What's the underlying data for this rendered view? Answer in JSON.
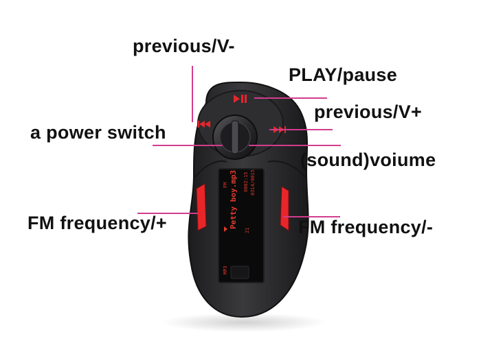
{
  "labels": {
    "prev_vminus": "previous/V-",
    "play_pause": "PLAY/pause",
    "prev_vplus": "previous/V+",
    "power_switch": "a power switch",
    "volume": "(sound)voiume",
    "fm_plus": "FM frequency/+",
    "fm_minus": "FM frequency/-"
  },
  "screen": {
    "song": "Petty boy.mp3",
    "fm_tag": "FM",
    "mp3_tag": "MP3",
    "freq_line": "0002:15",
    "time_line": "0314/0015",
    "track_num": "21"
  },
  "colors": {
    "device_body": "#2a2a2c",
    "accent_red": "#e8262a",
    "leader_line": "#d23c8c",
    "screen_bg": "#0a0a0a",
    "screen_text": "#e03a2e"
  }
}
